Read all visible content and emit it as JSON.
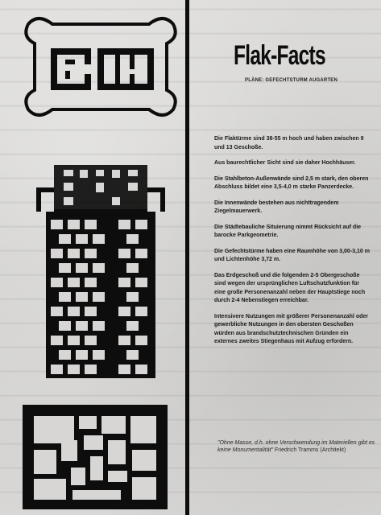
{
  "title": "Flak-Facts",
  "subtitle": "PLÄNE: GEFECHTSTURM AUGARTEN",
  "facts": [
    "Die Flaktürme sind 38-55 m hoch und haben zwischen 9 und 13 Geschoße.",
    "Aus baurechtlicher Sicht sind sie daher Hochhäuser.",
    "Die Stahlbeton-Außenwände sind 2,5 m stark, den oberen Abschluss bildet eine 3,5-4,0 m starke Panzerdecke.",
    "Die Innenwände bestehen aus nichttragendem Ziegelmauerwerk.",
    "Die Städtebauliche Situierung nimmt Rücksicht auf die barocke Parkgeometrie.",
    "Die Gefechtstürme haben eine Raumhöhe von 3,00-3,10 m und Lichtenhöhe 3,72 m.",
    "Das Erdgeschoß und die folgenden 2-5 Obergeschoße sind wegen der ursprünglichen Luftschutzfunktion für eine große Personenanzahl neben der Hauptstiege noch durch 2-4 Nebenstiegen erreichbar.",
    "Intensivere Nutzungen mit größerer Personenanzahl oder gewerbliche Nutzungen in den obersten Geschoßen würden aus brandschutztechnischen Gründen ein externes zweites Stiegenhaus mit Aufzug erfordern."
  ],
  "quote": {
    "text": "\"Ohne Masse, d.h. ohne Verschwendung im Materiellen gibt es keine Monumentalität\"",
    "author": "Friedrich Tramms (Architekt)"
  },
  "colors": {
    "ink": "#0d0d0d",
    "concrete": "#d9d8d6"
  }
}
